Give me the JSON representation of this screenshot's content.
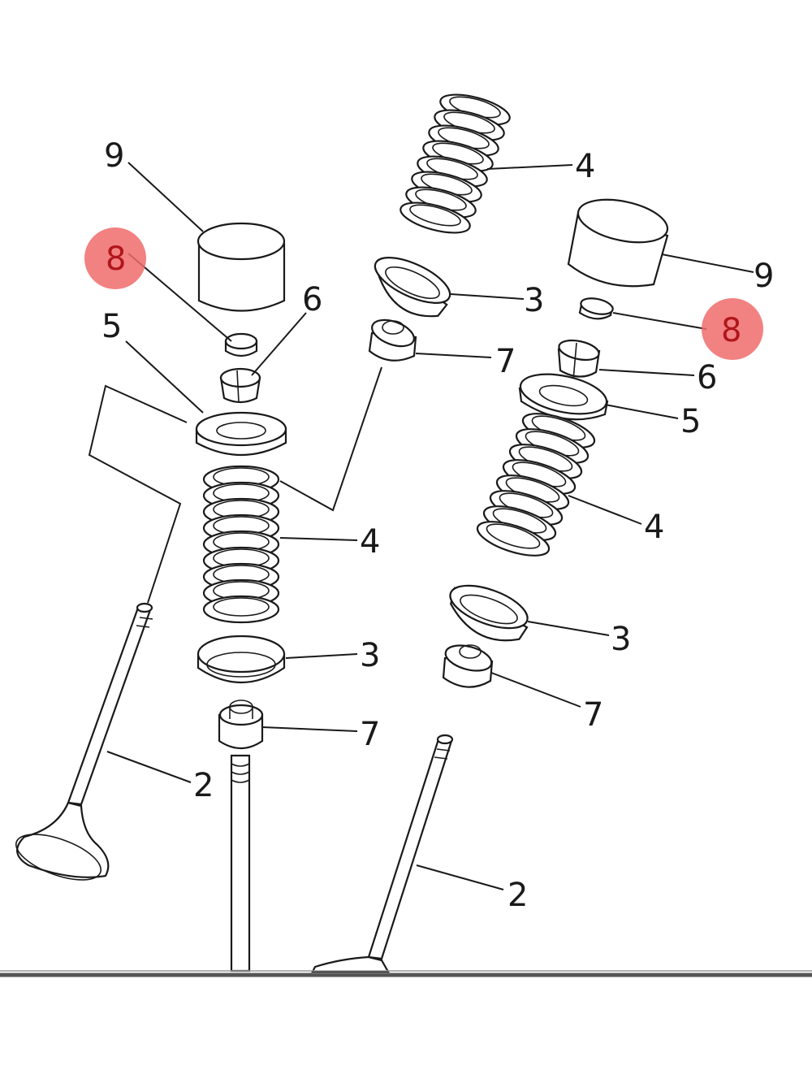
{
  "labels": {
    "valve": "2",
    "spring_seat": "3",
    "spring": "4",
    "retainer": "5",
    "collet": "6",
    "stem_seal": "7",
    "shim": "8",
    "bucket": "9"
  },
  "highlight_color": "#f06b6b"
}
